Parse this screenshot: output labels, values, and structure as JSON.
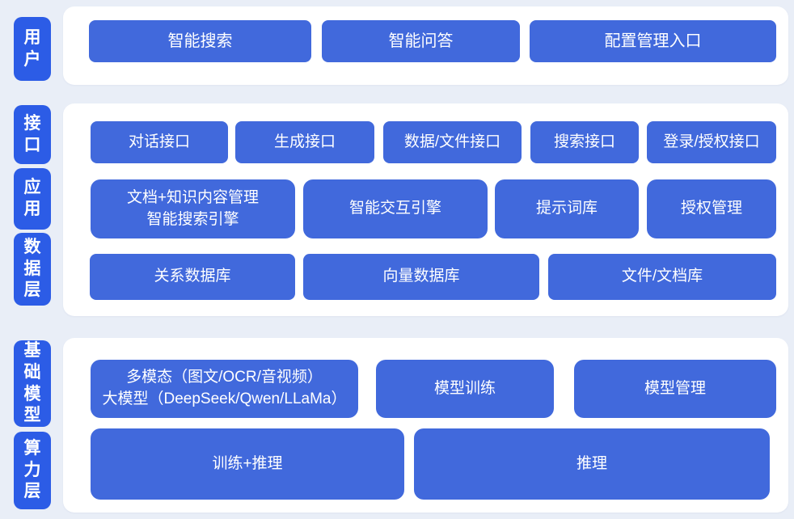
{
  "colors": {
    "background": "#e9eef7",
    "panel": "#ffffff",
    "tab_blue": "#2c5ce6",
    "button_blue": "#4169dc",
    "text_white": "#ffffff"
  },
  "tabs": {
    "user": "用户",
    "interface": "接口",
    "application": "应用",
    "data_layer": "数据层",
    "base_model": "基础模型",
    "compute_layer": "算力层"
  },
  "user_layer": {
    "smart_search": "智能搜索",
    "smart_qa": "智能问答",
    "config_entry": "配置管理入口"
  },
  "interface_row": {
    "dialog_api": "对话接口",
    "generate_api": "生成接口",
    "data_file_api": "数据/文件接口",
    "search_api": "搜索接口",
    "login_auth_api": "登录/授权接口"
  },
  "application_row": {
    "doc_knowledge_line1": "文档+知识内容管理",
    "doc_knowledge_line2": "智能搜索引擎",
    "interaction_engine": "智能交互引擎",
    "prompt_library": "提示词库",
    "auth_management": "授权管理"
  },
  "data_row": {
    "relational_db": "关系数据库",
    "vector_db": "向量数据库",
    "file_doc_db": "文件/文档库"
  },
  "model_row": {
    "multimodal_line1": "多模态（图文/OCR/音视频）",
    "multimodal_line2": "大模型（DeepSeek/Qwen/LLaMa）",
    "model_training": "模型训练",
    "model_management": "模型管理"
  },
  "compute_row": {
    "train_inference": "训练+推理",
    "inference": "推理"
  }
}
